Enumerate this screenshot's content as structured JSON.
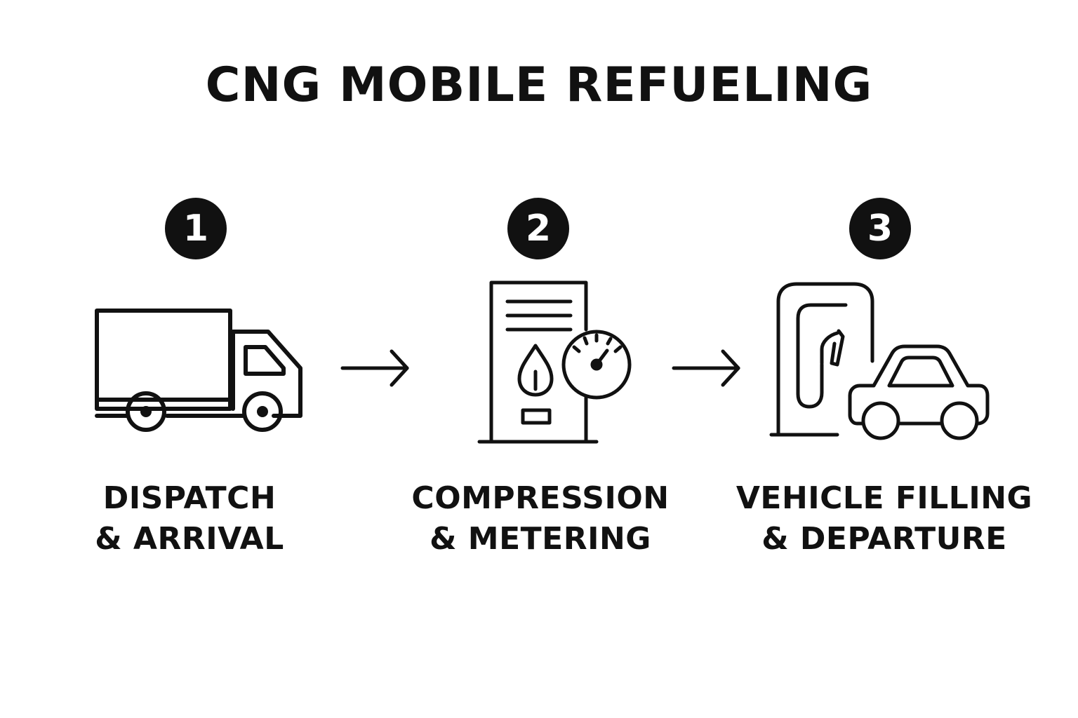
{
  "title": "CNG MOBILE REFUELING",
  "colors": {
    "ink": "#111111",
    "background": "#ffffff"
  },
  "steps": [
    {
      "number": "1",
      "icon": "delivery-truck-icon",
      "label_line1": "DISPATCH",
      "label_line2": "& ARRIVAL"
    },
    {
      "number": "2",
      "icon": "compressor-meter-icon",
      "label_line1": "COMPRESSION",
      "label_line2": "& METERING"
    },
    {
      "number": "3",
      "icon": "fuel-pump-car-icon",
      "label_line1": "VEHICLE FILLING",
      "label_line2": "& DEPARTURE"
    }
  ],
  "connectors": [
    "right-arrow-icon",
    "right-arrow-icon"
  ]
}
